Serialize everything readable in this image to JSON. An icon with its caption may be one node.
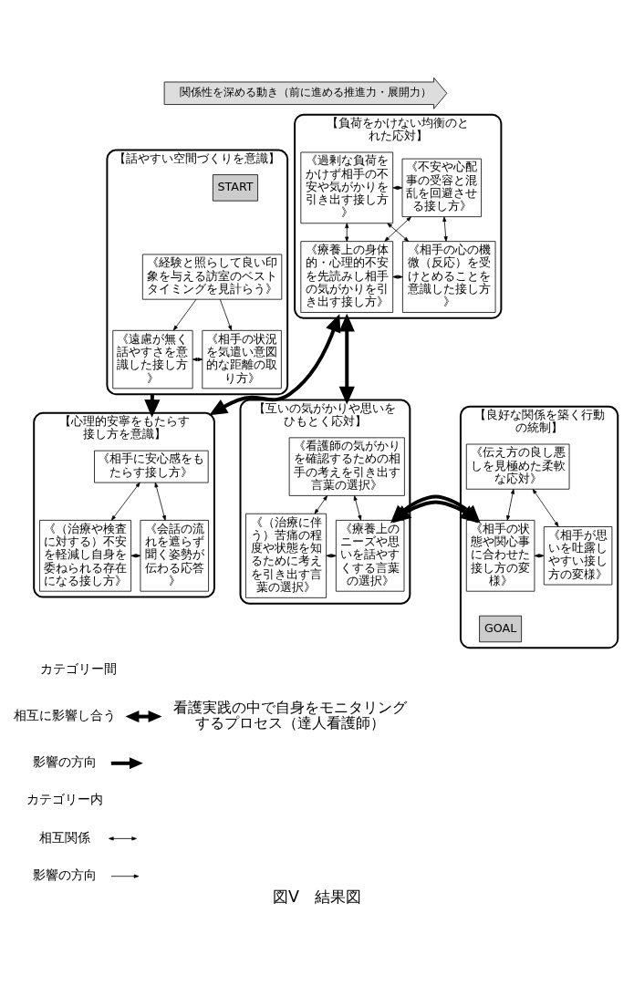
{
  "diagram": {
    "caption": "図Ⅴ　結果図",
    "nodes": [
      {
        "text": [
          "関係性を深める動き（前に進める推進力・展開力）"
        ]
      },
      {
        "text": [
          "【話やすい空間づくりを意識】"
        ]
      },
      {
        "text": [
          "START"
        ],
        "in": 1
      },
      {
        "text": [
          "《経験と照らして良い印象を与える訪室のベストタイミングを見計らう》"
        ],
        "in": 1
      },
      {
        "text": [
          "《遠慮が無く話やすさを意識した接し方》"
        ],
        "in": 1
      },
      {
        "text": [
          "《相手の状況を気遣い意図的な距離の取り方》"
        ],
        "in": 1
      },
      {
        "text": [
          "【負荷をかけない均衡のとれた応対】"
        ]
      },
      {
        "text": [
          "《過剰な負荷をかけず相手の不安や気がかりを引き出す接し方》"
        ],
        "in": 6
      },
      {
        "text": [
          "《不安や心配事の受容と混乱を回避させる接し方》"
        ],
        "in": 6
      },
      {
        "text": [
          "《療養上の身体的・心理的不安を先読みし相手の気がかりを引き出す接し方》"
        ],
        "in": 6
      },
      {
        "text": [
          "《相手の心の機微（反応）を受けとめることを意識した接し方》"
        ],
        "in": 6
      },
      {
        "text": [
          "【心理的安寧をもたらす接し方を意識】"
        ]
      },
      {
        "text": [
          "《相手に安心感をもたらす接し方》"
        ],
        "in": 11
      },
      {
        "text": [
          "《（治療や検査に対する）不安を軽減し自身を委ねられる存在になる接し方》"
        ],
        "in": 11
      },
      {
        "text": [
          "《会話の流れを遮らず聞く姿勢が伝わる応答》"
        ],
        "in": 11
      },
      {
        "text": [
          "【互いの気がかりや思いをひもとく応対】"
        ]
      },
      {
        "text": [
          "《看護師の気がかりを確認するための相手の考えを引き出す言葉の選択》"
        ],
        "in": 15
      },
      {
        "text": [
          "《（治療に伴う）苦痛の程度や状態を知るために考えを引き出す言葉の選択》"
        ],
        "in": 15
      },
      {
        "text": [
          "《療養上のニーズや思いを話やすくする言葉の選択》"
        ],
        "in": 15
      },
      {
        "text": [
          "【良好な関係を築く行動の統制】"
        ]
      },
      {
        "text": [
          "《伝え方の良し悪しを見極めた柔軟な応対》"
        ],
        "in": 19
      },
      {
        "text": [
          "《相手の状態や関心事に合わせた接し方の変様》"
        ],
        "in": 19
      },
      {
        "text": [
          "《相手が思いを吐露しやすい接し方の変様》"
        ],
        "in": 19
      },
      {
        "text": [
          "GOAL"
        ],
        "in": 19
      }
    ],
    "edges": [
      {
        "from": 3,
        "to": 4,
        "arrow": "to"
      },
      {
        "from": 3,
        "to": 5,
        "arrow": "to"
      },
      {
        "from": 4,
        "to": 5,
        "arrow": "both"
      },
      {
        "from": 7,
        "to": 8,
        "arrow": "both"
      },
      {
        "from": 7,
        "to": 9,
        "arrow": "both"
      },
      {
        "from": 7,
        "to": 10,
        "arrow": "both"
      },
      {
        "from": 8,
        "to": 9,
        "arrow": "both"
      },
      {
        "from": 8,
        "to": 10,
        "arrow": "both"
      },
      {
        "from": 9,
        "to": 10,
        "arrow": "both"
      },
      {
        "from": 12,
        "to": 13,
        "arrow": "both"
      },
      {
        "from": 12,
        "to": 14,
        "arrow": "both"
      },
      {
        "from": 13,
        "to": 14,
        "arrow": "both"
      },
      {
        "from": 16,
        "to": 17,
        "arrow": "both"
      },
      {
        "from": 16,
        "to": 18,
        "arrow": "both"
      },
      {
        "from": 17,
        "to": 18,
        "arrow": "both"
      },
      {
        "from": 20,
        "to": 21,
        "arrow": "both"
      },
      {
        "from": 20,
        "to": 22,
        "arrow": "both"
      },
      {
        "from": 21,
        "to": 22,
        "arrow": "both"
      },
      {
        "from": 1,
        "to": 11,
        "arrow": "to",
        "style": "thick"
      },
      {
        "from": 11,
        "to": 6,
        "arrow": "both",
        "style": "thick"
      },
      {
        "from": 6,
        "to": 15,
        "arrow": "both",
        "style": "thick"
      },
      {
        "from": 15,
        "to": 19,
        "arrow": "both",
        "style": "thick"
      }
    ],
    "labels": [
      "看護実践の中で自身をモニタリングするプロセス（達人看護師）"
    ],
    "legend": [
      {
        "text": "カテゴリー間"
      },
      {
        "text": "相互に影響し合う"
      },
      {
        "text": "影響の方向"
      },
      {
        "text": "カテゴリー内"
      },
      {
        "text": "相互関係"
      },
      {
        "text": "影響の方向"
      }
    ]
  }
}
